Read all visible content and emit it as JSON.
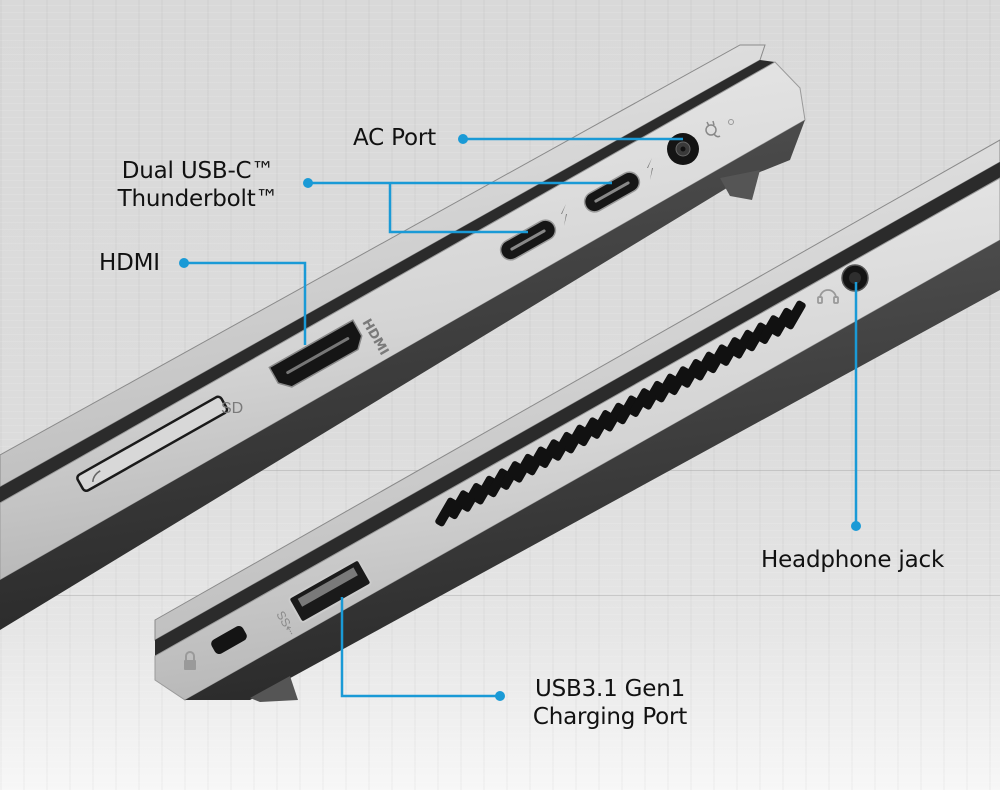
{
  "image": {
    "subject": "Laptop side port callout diagram",
    "background": "light grey wood-grain texture"
  },
  "colors": {
    "callout_line": "#1a9ad6",
    "label_text": "#111111",
    "chassis_silver": "#c9c9c9",
    "chassis_dark": "#3a3a3a",
    "port_black": "#111111"
  },
  "callouts": {
    "ac_port": {
      "label": "AC Port"
    },
    "thunderbolt": {
      "line1": "Dual USB-C™",
      "line2": "Thunderbolt™"
    },
    "hdmi": {
      "label": "HDMI"
    },
    "headphone": {
      "label": "Headphone jack"
    },
    "usb": {
      "line1": "USB3.1 Gen1",
      "line2": "Charging Port"
    }
  },
  "chassis_markings": {
    "sd_label": "SD",
    "hdmi_label": "HDMI",
    "thunderbolt_icon": "lightning-bolt-icon",
    "power_icon": "power-plug-icon",
    "headphone_icon": "headset-icon",
    "lock_icon": "padlock-icon",
    "usb_ss_icon": "superspeed-usb-icon",
    "vent_slot_count": 28
  }
}
